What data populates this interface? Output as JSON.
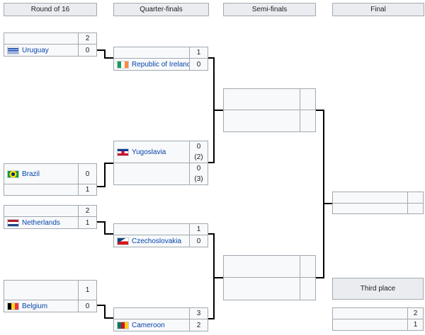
{
  "rounds": [
    "Round of 16",
    "Quarter-finals",
    "Semi-finals",
    "Final"
  ],
  "matches": {
    "r16_1": {
      "t1": {
        "name": "",
        "score": "2"
      },
      "t2": {
        "name": "Uruguay",
        "score": "0",
        "flag": "uruguay-flag"
      }
    },
    "r16_2": {
      "t1": {
        "name": "Brazil",
        "score": "0",
        "flag": "brazil-flag"
      },
      "t2": {
        "name": "",
        "score": "1"
      }
    },
    "r16_3": {
      "t1": {
        "name": "",
        "score": "2"
      },
      "t2": {
        "name": "Netherlands",
        "score": "1",
        "flag": "netherlands-flag"
      }
    },
    "r16_4": {
      "t1": {
        "name": "",
        "score": "1"
      },
      "t2": {
        "name": "Belgium",
        "score": "0",
        "flag": "belgium-flag"
      }
    },
    "qf_1": {
      "t1": {
        "name": "",
        "score": "1"
      },
      "t2": {
        "name": "Republic of Ireland",
        "score": "0",
        "flag": "ireland-flag"
      }
    },
    "qf_2": {
      "t1": {
        "name": "Yugoslavia",
        "score": "0",
        "pen": "(2)",
        "flag": "yugoslavia-flag"
      },
      "t2": {
        "name": "",
        "score": "0",
        "pen": "(3)"
      }
    },
    "qf_3": {
      "t1": {
        "name": "",
        "score": "1"
      },
      "t2": {
        "name": "Czechoslovakia",
        "score": "0",
        "flag": "czechoslovakia-flag"
      }
    },
    "qf_4": {
      "t1": {
        "name": "",
        "score": "3"
      },
      "t2": {
        "name": "Cameroon",
        "score": "2",
        "flag": "cameroon-flag"
      }
    },
    "sf_1": {
      "t1": {
        "name": "",
        "score": ""
      },
      "t2": {
        "name": "",
        "score": ""
      }
    },
    "sf_2": {
      "t1": {
        "name": "",
        "score": ""
      },
      "t2": {
        "name": "",
        "score": ""
      }
    },
    "final": {
      "t1": {
        "name": "",
        "score": ""
      },
      "t2": {
        "name": "",
        "score": ""
      }
    },
    "third": {
      "t1": {
        "name": "",
        "score": "2"
      },
      "t2": {
        "name": "",
        "score": "1"
      }
    }
  },
  "third_place_label": "Third place",
  "colors": {
    "link": "#0645ad",
    "border": "#a2a9b1",
    "header_bg": "#eaecf0",
    "cell_bg": "#f8f9fa"
  }
}
